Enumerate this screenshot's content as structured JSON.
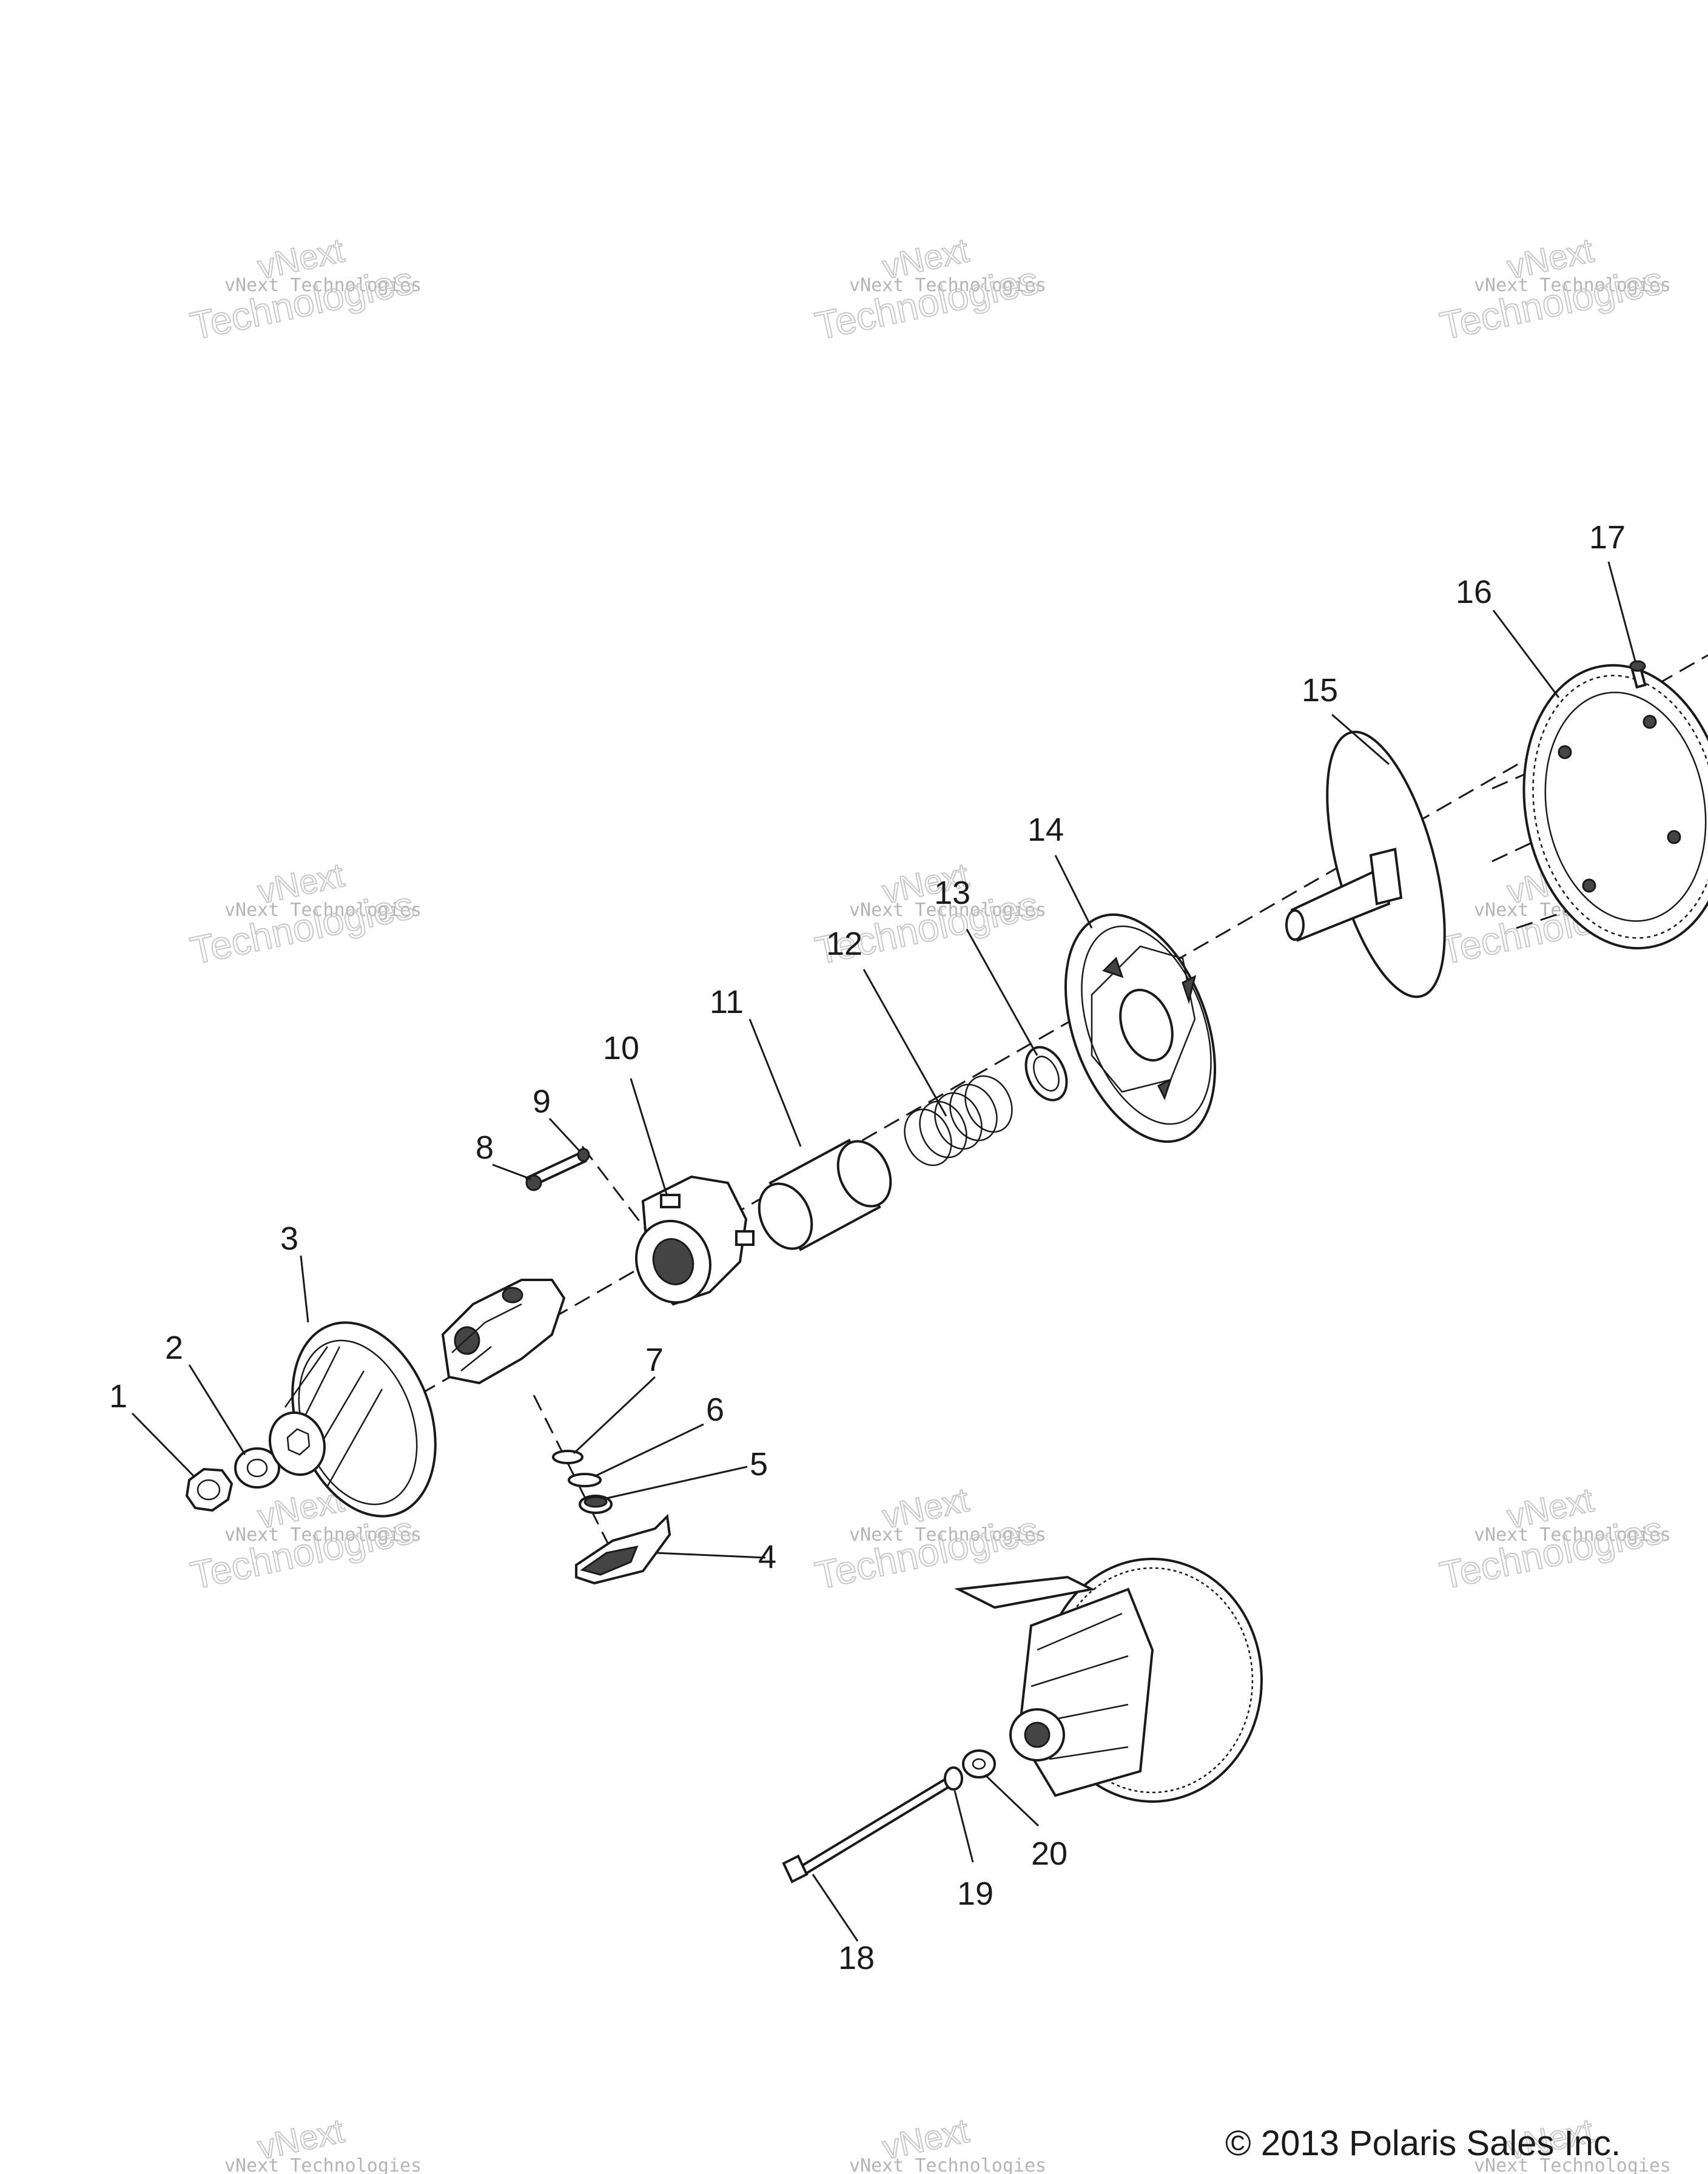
{
  "diagram": {
    "callouts": [
      "1",
      "2",
      "3",
      "4",
      "5",
      "6",
      "7",
      "8",
      "9",
      "10",
      "11",
      "12",
      "13",
      "14",
      "15",
      "16",
      "17",
      "18",
      "19",
      "20"
    ],
    "watermark_line1": "vNext",
    "watermark_line2": "vNext Technologies",
    "watermark_line3": "Technologies",
    "copyright": "© 2013 Polaris Sales Inc."
  }
}
